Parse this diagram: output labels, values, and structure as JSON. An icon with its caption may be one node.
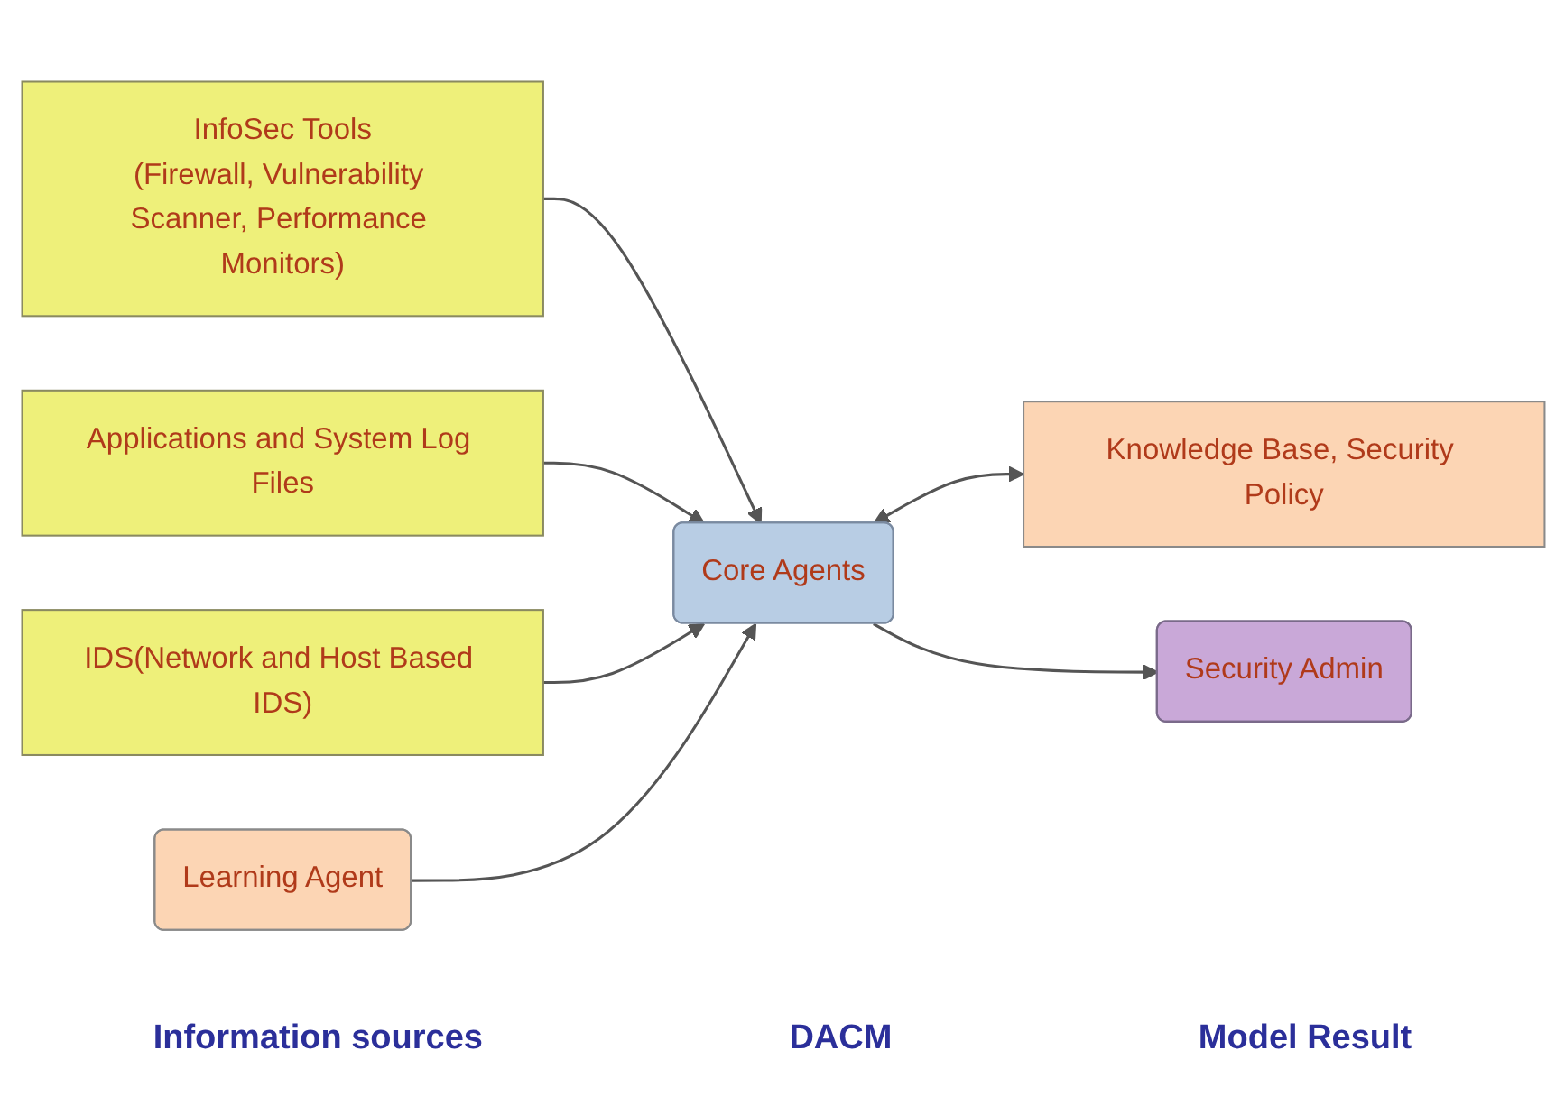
{
  "diagram": {
    "nodes": [
      {
        "text": [
          "InfoSec Tools",
          "(Firewall, Vulnerability Scanner, Performance Monitors)"
        ]
      },
      {
        "text": [
          "Applications and System Log Files"
        ]
      },
      {
        "text": [
          "IDS(Network and Host Based IDS)"
        ]
      },
      {
        "text": [
          "Learning Agent"
        ]
      },
      {
        "text": [
          "Core Agents"
        ]
      },
      {
        "text": [
          "Knowledge Base, Security Policy"
        ]
      },
      {
        "text": [
          "Security Admin"
        ]
      }
    ],
    "edges": [
      {
        "from": 0,
        "to": 4,
        "arrow": "to"
      },
      {
        "from": 1,
        "to": 4,
        "arrow": "to"
      },
      {
        "from": 2,
        "to": 4,
        "arrow": "to"
      },
      {
        "from": 3,
        "to": 4,
        "arrow": "to"
      },
      {
        "from": 4,
        "to": 5,
        "arrow": "both"
      },
      {
        "from": 4,
        "to": 6,
        "arrow": "to"
      }
    ],
    "labels": [
      "Information sources",
      "DACM",
      "Model Result"
    ]
  }
}
